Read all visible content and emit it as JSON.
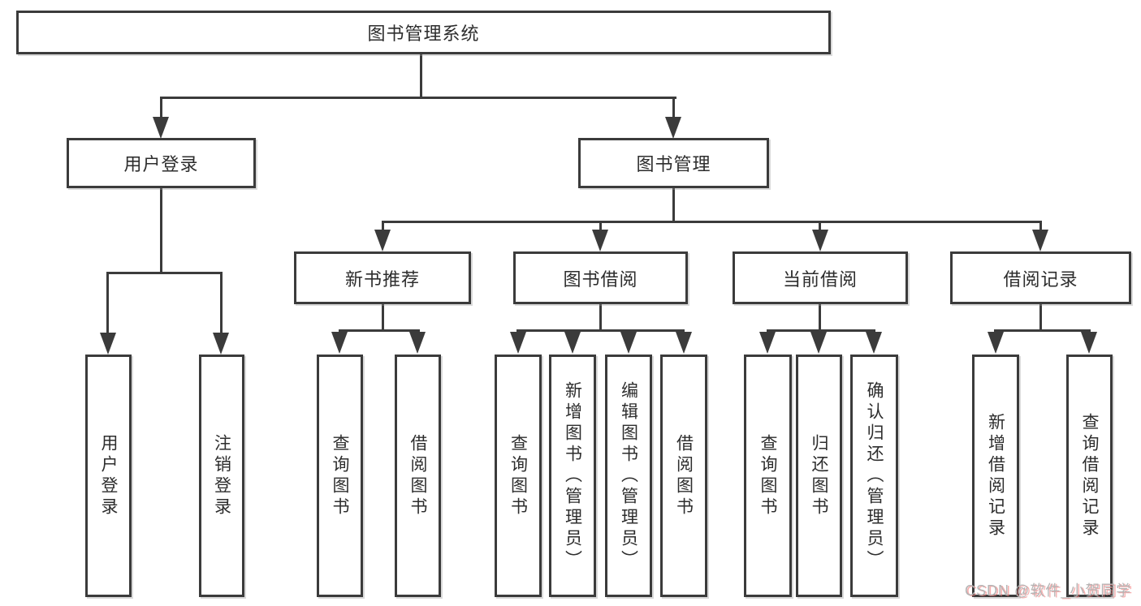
{
  "nodes": {
    "root": "图书管理系统",
    "l2": [
      "用户登录",
      "图书管理"
    ],
    "l3": [
      "新书推荐",
      "图书借阅",
      "当前借阅",
      "借阅记录"
    ],
    "login_leaves": [
      "用户登录",
      "注销登录"
    ],
    "newbook_leaves": [
      "查询图书",
      "借阅图书"
    ],
    "borrow_leaves": [
      "查询图书",
      "新增图书（管理员）",
      "编辑图书（管理员）",
      "借阅图书"
    ],
    "current_leaves": [
      "查询图书",
      "归还图书",
      "确认归还（管理员）"
    ],
    "records_leaves": [
      "新增借阅记录",
      "查询借阅记录"
    ]
  },
  "colors": {
    "line": "#3b3b3b",
    "text": "#2d2d2d",
    "background": "#ffffff",
    "watermark_gray": "#b5b5b5",
    "watermark_red": "#ef7878"
  },
  "watermark": {
    "text": "CSDN @软件_小贺同学"
  }
}
